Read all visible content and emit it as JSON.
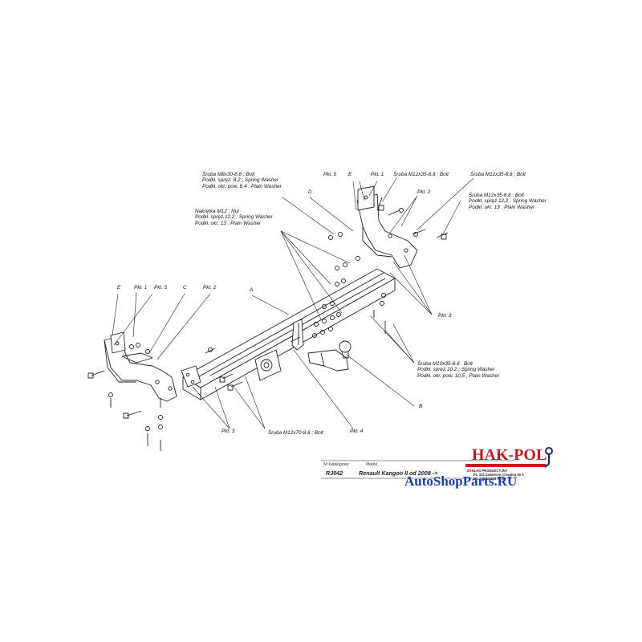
{
  "labels": {
    "e": "E",
    "d": "D",
    "c": "C",
    "a": "A",
    "b": "B",
    "pkt1": "Pkt. 1",
    "pkt2": "Pkt. 2",
    "pkt3": "Pkt. 3",
    "pkt4": "Pkt. 4",
    "pkt5": "Pkt. 5"
  },
  "notes": {
    "left_bolt": [
      "Śruba M8x30-8.8 ;  Bolt",
      "Podkł. spręż. 8,2 ; Spring Washer",
      "Podkł. okr. pow. 8,4 ; Plain Washer"
    ],
    "nut": [
      "Nakrętka  M12 ; Nut",
      "Podkł. spręż.12,2 ; Spring Washer",
      "Podkł. okr. 13 ; Plain Washer"
    ],
    "top_bolt_a": "Śruba M12x35-8.8 ;  Bolt",
    "top_bolt_b": "Śruba M12x35-8.8 ;  Bolt",
    "right_bolt": [
      "Śruba M12x35-8.8 ;  Bolt",
      "Podkł. spręż.12,2 ; Spring Washer",
      "Podkł. okr. 13 ; Plain Washer"
    ],
    "lower_bolt": [
      "Śruba M10x35-8.8 ;  Bolt",
      "Podkł. spręż.10,2 ; Spring Washer",
      "Podkł. okr. pow. 10,5 ; Plain Washer"
    ],
    "bottom_bolt": "Śruba M12x70-8.8 ;  Bolt"
  },
  "title_block": {
    "hdr_number": "Nr katalogowy",
    "hdr_make": "Marka",
    "number": "RJ042",
    "make": "Renault Kangoo II",
    "year": "od 2008 ->"
  },
  "brand": {
    "name": "HAK-POL",
    "line1": "ZAKŁAD PRODUKCYJNY",
    "line2": "PL-334 Zawiercie, Chopina 15 A",
    "line3": "tel. +48 14 633 72 31",
    "colors": {
      "red": "#c0191e",
      "navy": "#14286e"
    }
  },
  "watermark": {
    "text": "AutoShopParts.RU",
    "color": "#1a3fa0"
  }
}
